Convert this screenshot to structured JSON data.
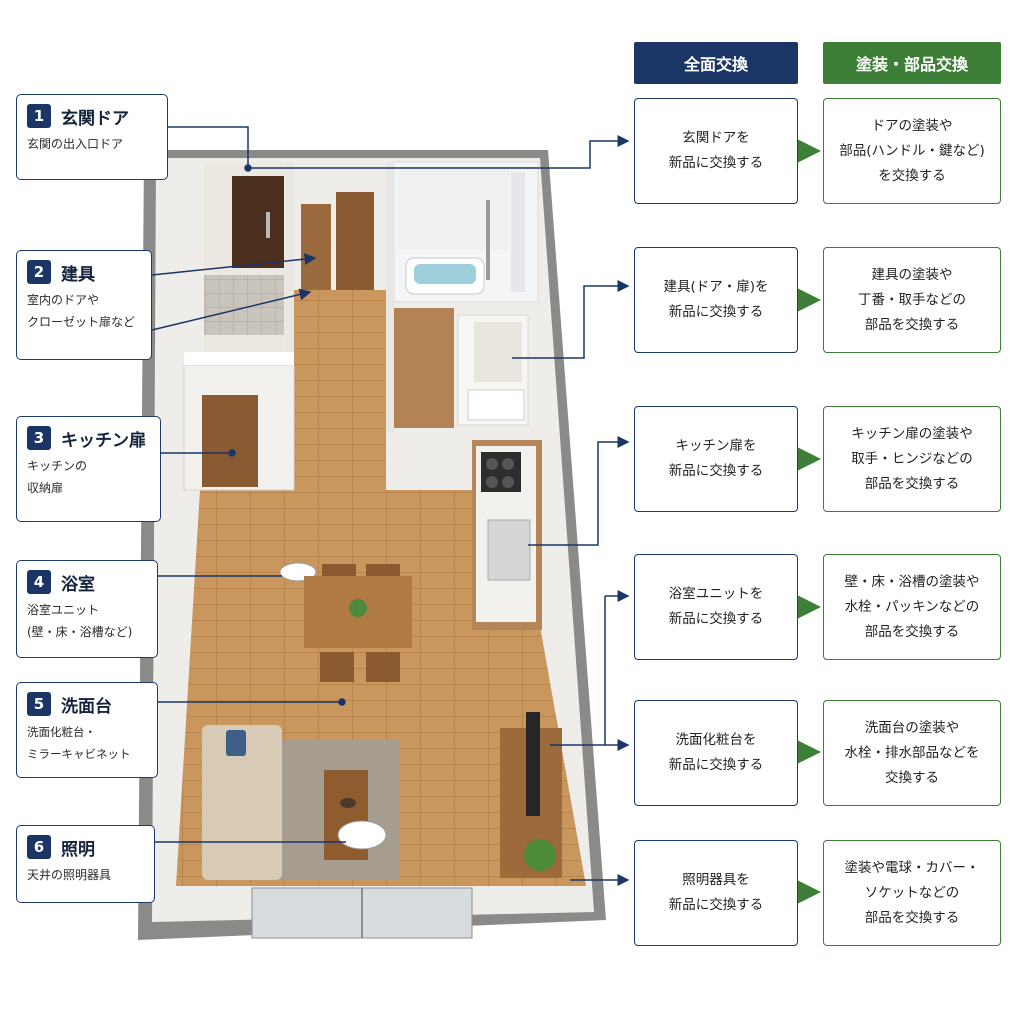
{
  "headers": {
    "replace": "全面交換",
    "repair": "塗装・部品交換"
  },
  "labels": [
    {
      "num": "1",
      "title": "玄関ドア",
      "sub": "玄関の出入口ドア"
    },
    {
      "num": "2",
      "title": "建具",
      "sub": "室内のドアや\nクローゼット扉など"
    },
    {
      "num": "3",
      "title": "キッチン扉",
      "sub": "キッチンの\n収納扉"
    },
    {
      "num": "4",
      "title": "浴室",
      "sub": "浴室ユニット\n(壁・床・浴槽など)"
    },
    {
      "num": "5",
      "title": "洗面台",
      "sub": "洗面化粧台・\nミラーキャビネット"
    },
    {
      "num": "6",
      "title": "照明",
      "sub": "天井の照明器具"
    }
  ],
  "rows": [
    {
      "replace": "玄関ドアを\n新品に交換する",
      "repair": "ドアの塗装や\n部品(ハンドル・鍵など)\nを交換する"
    },
    {
      "replace": "建具(ドア・扉)を\n新品に交換する",
      "repair": "建具の塗装や\n丁番・取手などの\n部品を交換する"
    },
    {
      "replace": "キッチン扉を\n新品に交換する",
      "repair": "キッチン扉の塗装や\n取手・ヒンジなどの\n部品を交換する"
    },
    {
      "replace": "浴室ユニットを\n新品に交換する",
      "repair": "壁・床・浴槽の塗装や\n水栓・パッキンなどの\n部品を交換する"
    },
    {
      "replace": "洗面化粧台を\n新品に交換する",
      "repair": "洗面台の塗装や\n水栓・排水部品などを\n交換する"
    },
    {
      "replace": "照明器具を\n新品に交換する",
      "repair": "塗装や電球・カバー・\nソケットなどの\n部品を交換する"
    }
  ],
  "colors": {
    "navy": "#1b3566",
    "green": "#3d7f36",
    "floor": "#c8955a",
    "wall": "#f1efeb"
  }
}
